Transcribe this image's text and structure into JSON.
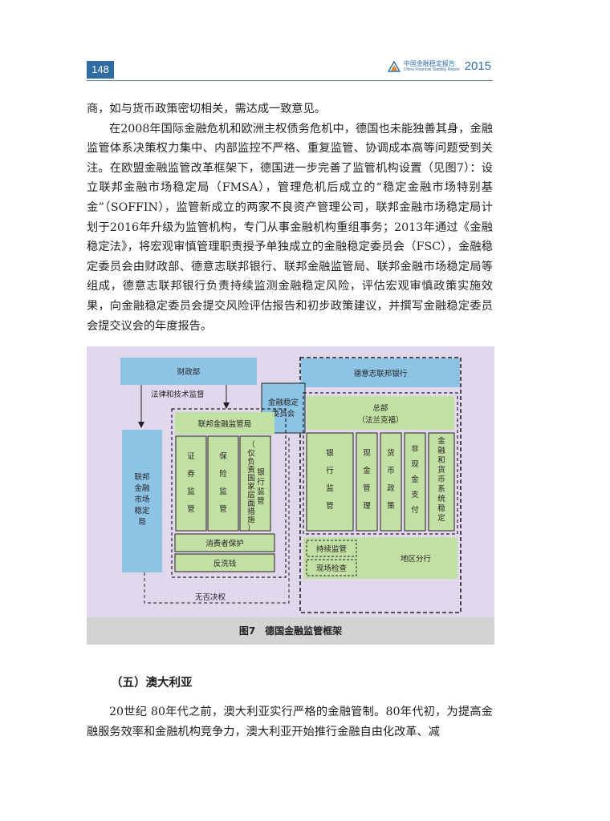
{
  "header": {
    "page_number": "148",
    "brand_cn": "中国金融稳定报告",
    "brand_en": "China Financial Stability Report",
    "brand_year": "2015"
  },
  "body_text": {
    "para1": "商，如与货币政策密切相关，需达成一致意见。",
    "para2": "在2008年国际金融危机和欧洲主权债务危机中，德国也未能独善其身，金融监管体系决策权力集中、内部监控不严格、重复监管、协调成本高等问题受到关注。在欧盟金融监管改革框架下，德国进一步完善了监管机构设置（见图7）：设立联邦金融市场稳定局（FMSA），管理危机后成立的“稳定金融市场特别基金”（SOFFIN），监管新成立的两家不良资产管理公司，联邦金融市场稳定局计划于2016年升级为监管机构，专门从事金融机构重组事务；2013年通过《金融稳定法》，将宏观审慎管理职责授予单独成立的金融稳定委员会（FSC），金融稳定委员会由财政部、德意志联邦银行、联邦金融监管局、联邦金融市场稳定局等组成，德意志联邦银行负责持续监测金融稳定风险，评估宏观审慎政策实施效果，向金融稳定委员会提交风险评估报告和初步政策建议，并撰写金融稳定委员会提交议会的年度报告。"
  },
  "figure": {
    "caption": "图7　德国金融监管框架",
    "ministry_of_finance": "财政部",
    "bundesbank": "德意志联邦银行",
    "legal_supervision": "法律和技术监督",
    "fsc": [
      "金融稳定",
      "委员会"
    ],
    "bafin": "联邦金融监管局",
    "headquarters": [
      "总部",
      "（法兰克福）"
    ],
    "fmsa": [
      "联邦",
      "金融",
      "市场",
      "稳定",
      "局"
    ],
    "bafin_units": [
      [
        "证",
        "券",
        "监",
        "管"
      ],
      [
        "保",
        "险",
        "监",
        "管"
      ],
      [
        "银行监管",
        "（仅负责国家层面措施）"
      ]
    ],
    "bank_units": [
      [
        "银",
        "行",
        "监",
        "管"
      ],
      [
        "现",
        "金",
        "管",
        "理"
      ],
      [
        "货",
        "币",
        "政",
        "策"
      ],
      [
        "非",
        "现",
        "金",
        "支",
        "付"
      ],
      [
        "金",
        "融",
        "和",
        "货",
        "币",
        "系",
        "统",
        "稳",
        "定"
      ]
    ],
    "consumer_protection": "消费者保护",
    "anti_money_laundering": "反洗钱",
    "continuous_supervision": "持续监管",
    "onsite_inspection": "现场检查",
    "regional_branches": "地区分行",
    "veto": "无否决权"
  },
  "section": {
    "heading": "（五）澳大利亚",
    "para": "20世纪 80年代之前，澳大利亚实行严格的金融管制。80年代初，为提高金融服务效率和金融机构竞争力，澳大利亚开始推行金融自由化改革、减"
  },
  "colors": {
    "blue_box": "#8dc4e6",
    "green_box": "#c3e0a4",
    "figure_bg": "#e1d8ee",
    "header_blue": "#2e6da4"
  }
}
